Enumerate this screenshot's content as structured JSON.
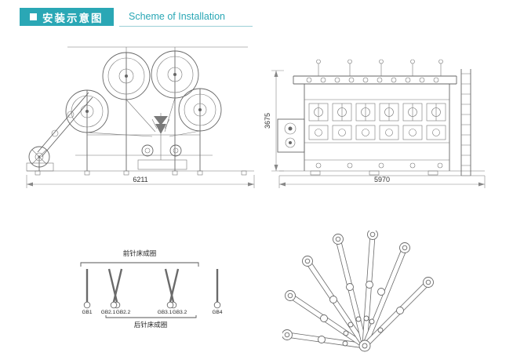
{
  "header": {
    "title": "安装示意图",
    "subtitle": "Scheme of Installation",
    "bullet_icon": "white-square",
    "accent_color": "#2AA7B5"
  },
  "left_drawing": {
    "width_dim": "6211"
  },
  "right_drawing": {
    "width_dim": "5970",
    "height_dim": "3675"
  },
  "guide_bar_diagram": {
    "front_label": "前针床成圈",
    "back_label": "后针床成圈",
    "bars": [
      "GB1",
      "GB2.1",
      "GB2.2",
      "GB3.1",
      "GB3.2",
      "GB4"
    ]
  }
}
